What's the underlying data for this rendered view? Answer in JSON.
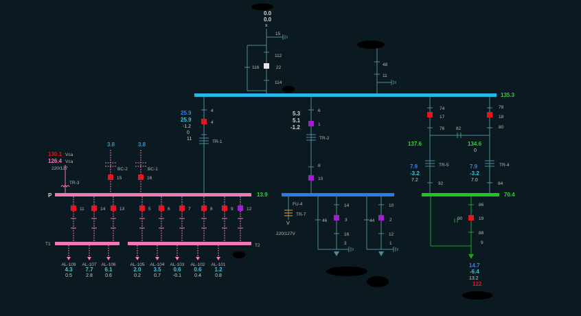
{
  "colors": {
    "background": "#0b1a20",
    "main_bus": "#29b6e8",
    "pink_bus": "#f07ab8",
    "blue_bus": "#2a7de0",
    "green_bus": "#22c322",
    "breaker_closed": "#e8141e",
    "breaker_purple": "#a020d0",
    "breaker_white": "#e8e8e8",
    "line": "#4f8d9c"
  },
  "top_feed": {
    "v1": "0.0",
    "v2": "0.0",
    "marker": "x",
    "node_15": "15"
  },
  "top_switch": {
    "n112": "112",
    "n116": "116",
    "n22": "22",
    "n114": "114"
  },
  "top_right": {
    "n48": "48",
    "n11": "11"
  },
  "main_bus": {
    "value": "135.3"
  },
  "tr1": {
    "n4a": "4",
    "n4b": "4",
    "p": "25.9",
    "q1": "25.9",
    "q2": "-1.2",
    "i": "0",
    "tap": "11",
    "name": "TR-1"
  },
  "tr2": {
    "n6": "6",
    "n1": "1",
    "v1": "5.3",
    "v2": "5.1",
    "v3": "-1.2",
    "name": "TR-2",
    "n8": "8",
    "n10": "10"
  },
  "right_group": {
    "n74": "74",
    "n17": "17",
    "n76": "76",
    "n82": "82",
    "n78": "78",
    "n18": "18",
    "n80": "80",
    "v_left": "137.6",
    "v_right": "134.6",
    "v_right_i": "0",
    "tr5": {
      "name": "TR-5",
      "p": "7.9",
      "q": "-3.2",
      "i": "7.2",
      "n92": "92"
    },
    "tr4": {
      "name": "TR-4",
      "p": "7.9",
      "q": "-3.2",
      "i": "7.0",
      "n84": "84"
    }
  },
  "green_bus": {
    "value": "70.4",
    "n86": "86",
    "n90": "90",
    "n19": "19",
    "n88": "88",
    "n9": "9",
    "out": {
      "p": "14.7",
      "q": "-6.4",
      "v": "13.2",
      "i": "122"
    }
  },
  "pink_bus": {
    "label": "P",
    "value": "13.9"
  },
  "left_panel": {
    "u1": "130.1",
    "u1_label": "Vca",
    "u2": "126.4",
    "u2_label": "Vca",
    "aux": "220/127",
    "tr3": "TR-3",
    "bc2": {
      "value": "3.8",
      "name": "BC-2",
      "node": "15"
    },
    "bc1": {
      "value": "3.8",
      "name": "BC-1",
      "node": "16"
    }
  },
  "pink_feeders": [
    {
      "node": "11",
      "color": "red"
    },
    {
      "node": "14",
      "color": "red"
    },
    {
      "node": "13",
      "color": "red"
    },
    {
      "node": "5",
      "color": "red"
    },
    {
      "node": "6",
      "color": "red"
    },
    {
      "node": "7",
      "color": "red"
    },
    {
      "node": "8",
      "color": "red"
    },
    {
      "node": "9",
      "color": "red"
    },
    {
      "node": "12",
      "color": "purple"
    }
  ],
  "bars": {
    "t1": "T1",
    "t2": "T2"
  },
  "alimentadores": [
    {
      "name": "AL-109",
      "p": "4.3",
      "q": "0.5"
    },
    {
      "name": "AL-107",
      "p": "7.7",
      "q": "2.8"
    },
    {
      "name": "AL-106",
      "p": "6.1",
      "q": "0.6"
    },
    {
      "name": "AL-105",
      "p": "2.0",
      "q": "0.2"
    },
    {
      "name": "AL-104",
      "p": "3.5",
      "q": "0.7"
    },
    {
      "name": "AL-103",
      "p": "0.6",
      "q": "-0.1"
    },
    {
      "name": "AL-102",
      "p": "0.6",
      "q": "0.4"
    },
    {
      "name": "AL-101",
      "p": "1.2",
      "q": "0.8"
    }
  ],
  "blue_bus": {
    "fu4": "FU-4",
    "tr7": "TR-7",
    "v_marker": "V",
    "aux": "220/127V",
    "n46": "46",
    "n14": "14",
    "n3": "3",
    "n16": "16",
    "n3b": "3",
    "n44": "44",
    "n10": "10",
    "n2": "2",
    "n12": "12",
    "n1": "1"
  }
}
